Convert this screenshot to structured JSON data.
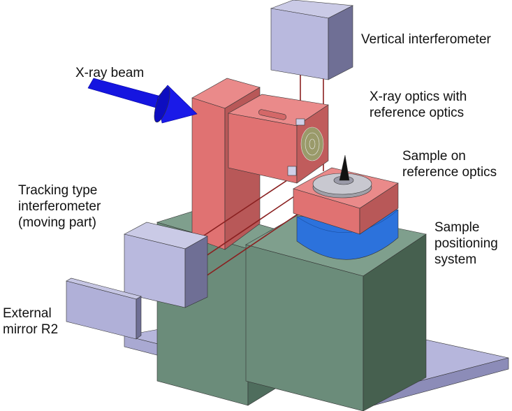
{
  "labels": {
    "vertical_interferometer": "Vertical interferometer",
    "xray_beam": "X-ray beam",
    "xray_optics_line1": "X-ray optics with",
    "xray_optics_line2": "reference optics",
    "sample_line1": "Sample on",
    "sample_line2": "reference optics",
    "tracking_line1": "Tracking type",
    "tracking_line2": "interferometer",
    "tracking_line3": "(moving part)",
    "positioning_line1": "Sample",
    "positioning_line2": "positioning",
    "positioning_line3": "system",
    "mirror_line1": "External",
    "mirror_line2": "mirror R2"
  },
  "colors": {
    "pink": "#e07272",
    "green": "#6b8c7a",
    "lavender": "#b9b9de",
    "blue_beam": "#1515e0",
    "blue_stage": "#2c72dc",
    "beam_line": "#8a2020"
  }
}
